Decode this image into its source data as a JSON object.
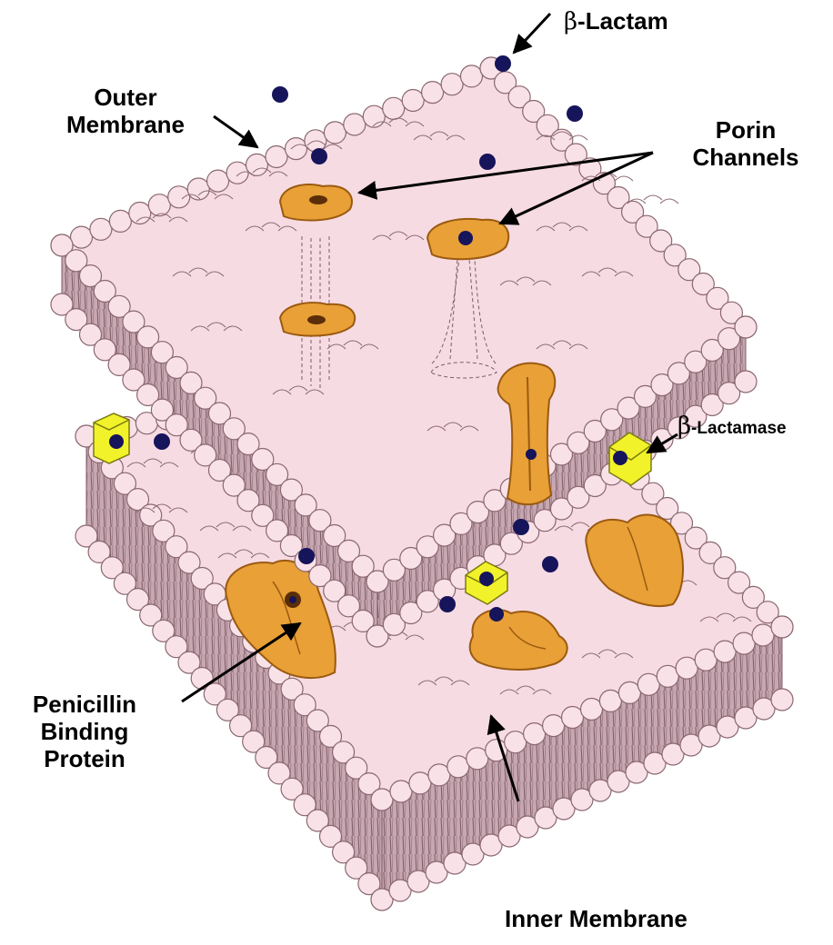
{
  "labels": {
    "beta_lactam": {
      "symbol": "β",
      "text": "-Lactam"
    },
    "outer_membrane": {
      "lines": [
        "Outer",
        "Membrane"
      ]
    },
    "porin_channels": {
      "lines": [
        "Porin",
        "Channels"
      ]
    },
    "beta_lactamase": {
      "symbol": "β",
      "text": "-Lactamase"
    },
    "penicillin_binding_protein": {
      "lines": [
        "Penicillin",
        "Binding",
        "Protein"
      ]
    },
    "inner_membrane": {
      "text": "Inner Membrane"
    }
  },
  "colors": {
    "membrane_surface": "#f7dbe3",
    "membrane_side": "#b7939f",
    "lipid_head_fill": "#f9e1e8",
    "lipid_head_stroke": "#8a6870",
    "protein": "#e8a037",
    "protein_stroke": "#9a5a10",
    "beta_lactam_dot": "#16145a",
    "beta_lactamase_box": "#f2f22a"
  },
  "icons": {
    "beta_lactam": "dark-navy-dot",
    "beta_lactamase": "yellow-cube",
    "porin": "orange-pore-protein",
    "pbp": "orange-membrane-protein"
  }
}
